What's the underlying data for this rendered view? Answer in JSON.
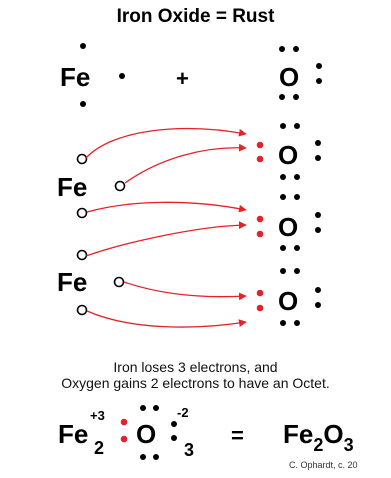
{
  "title": "Iron Oxide = Rust",
  "top_equation": {
    "element_left": "Fe",
    "plus": "+",
    "element_right": "O"
  },
  "iron_rows": [
    {
      "element": "Fe"
    },
    {
      "element": "Fe"
    }
  ],
  "oxygen_rows": [
    {
      "element": "O"
    },
    {
      "element": "O"
    },
    {
      "element": "O"
    }
  ],
  "caption": {
    "line1": "Iron loses 3 electrons, and",
    "line2": "Oxygen gains 2 electrons to have an Octet."
  },
  "formula": {
    "fe": "Fe",
    "fe_charge": "+3",
    "fe_subscript": "2",
    "o": "O",
    "o_charge": "-2",
    "o_subscript": "3",
    "equals": "=",
    "product_fe": "Fe",
    "product_fe_sub": "2",
    "product_o": "O",
    "product_o_sub": "3"
  },
  "credit": "C. Ophardt, c. 20",
  "colors": {
    "electron_donated": "#e8202a",
    "electron_own": "#000000",
    "arrow": "#e8202a"
  }
}
